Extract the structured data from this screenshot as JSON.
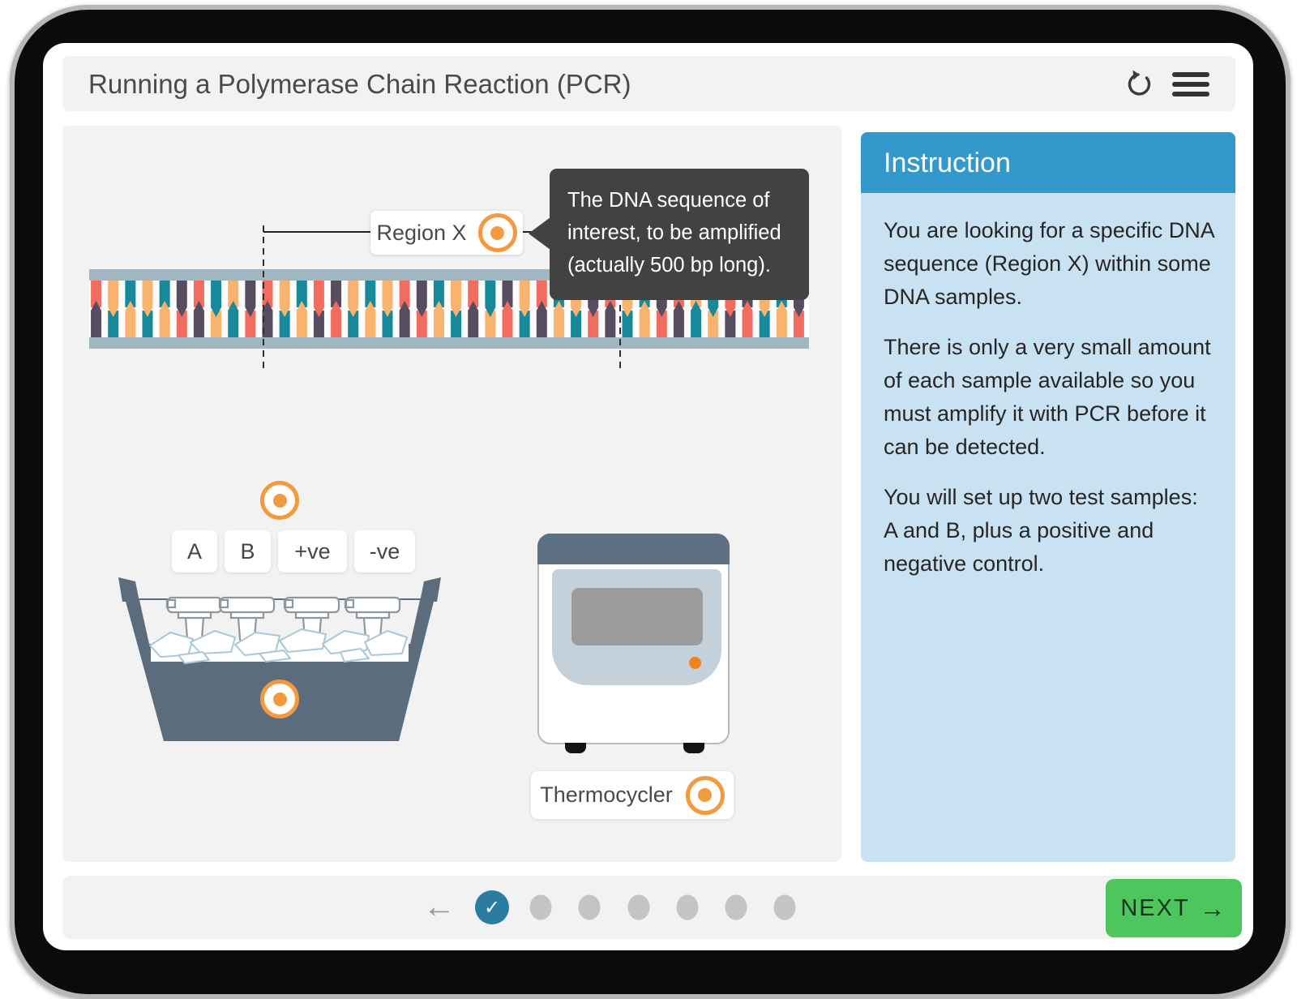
{
  "header": {
    "title": "Running a Polymerase Chain Reaction (PCR)",
    "reset_icon": "reset-circular-arrow",
    "menu_icon": "hamburger-menu"
  },
  "canvas": {
    "region_label": "Region X",
    "tooltip_text": "The DNA sequence of interest, to be amplified (actually 500 bp long).",
    "tube_labels": [
      "A",
      "B",
      "+ve",
      "-ve"
    ],
    "thermocycler_label": "Thermocycler",
    "dna": {
      "pair_codes": [
        "Su",
        "Pd",
        "Tu",
        "Pd",
        "Tu",
        "Dd",
        "Su",
        "Td",
        "Pu",
        "Dd",
        "Su",
        "Pd",
        "Tu",
        "Sd",
        "Du",
        "Pd",
        "Tu",
        "Pd",
        "Su",
        "Dd",
        "Tu",
        "Pd",
        "Su",
        "Td",
        "Du",
        "Pd",
        "Su",
        "Tu",
        "Pd",
        "Dd",
        "Su",
        "Pd",
        "Tu",
        "Dd",
        "Su",
        "Pu",
        "Td",
        "Sd",
        "Du",
        "Pd",
        "Tu",
        "Dd"
      ],
      "pair_colors": {
        "S": [
          "#f26d5f",
          "#564e60"
        ],
        "D": [
          "#564e60",
          "#f26d5f"
        ],
        "P": [
          "#f8b36e",
          "#17899a"
        ],
        "T": [
          "#17899a",
          "#f8b36e"
        ]
      },
      "rail_color": "#a0b6c1"
    }
  },
  "instruction": {
    "title": "Instruction",
    "paragraphs": [
      "You are looking for a specific DNA sequence (Region X) within some DNA samples.",
      "There is only a very small amount of each sample available so you must amplify it with PCR before it can be detected.",
      "You will set up two test samples: A and B, plus a positive and negative control."
    ]
  },
  "footer": {
    "back_glyph": "←",
    "next_label": "NEXT",
    "next_arrow_glyph": "→",
    "check_glyph": "✓",
    "steps": {
      "total": 7,
      "completed": 1
    }
  },
  "colors": {
    "accent_orange": "#f39a3f",
    "tooltip_bg": "#424242",
    "instruction_header_blue": "#3399cc",
    "instruction_body_blue": "#c9e2f1",
    "next_green": "#4dc65e",
    "step_done_blue": "#2b7ca3",
    "step_gray": "#c4c4c4",
    "bucket_slate": "#5b6d7c",
    "machine_top_slate": "#5d7183"
  }
}
